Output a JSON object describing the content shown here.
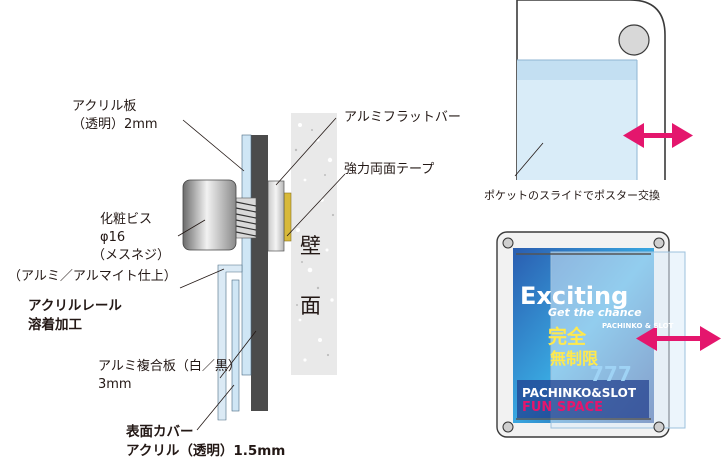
{
  "labels": {
    "acrylic_board": "アクリル板",
    "acrylic_board_spec": "（透明）2mm",
    "aluminum_flat_bar": "アルミフラットバー",
    "double_sided_tape": "強力両面テープ",
    "screw": "化粧ビス",
    "screw_diameter": "φ16",
    "screw_nut": "（メスネジ）",
    "aluminum_finish": "（アルミ／アルマイト仕上）",
    "acrylic_rail_1": "アクリルレール",
    "acrylic_rail_2": "溶着加工",
    "wall_1": "壁",
    "wall_2": "面",
    "aluminum_composite": "アルミ複合板（白／黒）",
    "aluminum_composite_thickness": "3mm",
    "surface_cover_1": "表面カバー",
    "surface_cover_2": "アクリル（透明）1.5mm",
    "pocket_slide_caption": "ポケットのスライドでポスター交換"
  },
  "poster": {
    "title": "Exciting",
    "subtitle": "Get the chance",
    "brand_small": "PACHINKO & SLOT",
    "kanji_1": "完全",
    "kanji_2": "無制限",
    "footer_1": "PACHINKO&SLOT",
    "footer_2": "FUN SPACE",
    "digits": "777"
  },
  "colors": {
    "acrylic": "#cfe6f5",
    "arrow": "#e4166d",
    "aluminum_panel": "#4b4b4b",
    "wall": "#e9e9e9",
    "tape": "#d8b93a"
  },
  "icons": [
    "screw-icon",
    "slide-arrow-icon",
    "corner-screw-icon"
  ]
}
